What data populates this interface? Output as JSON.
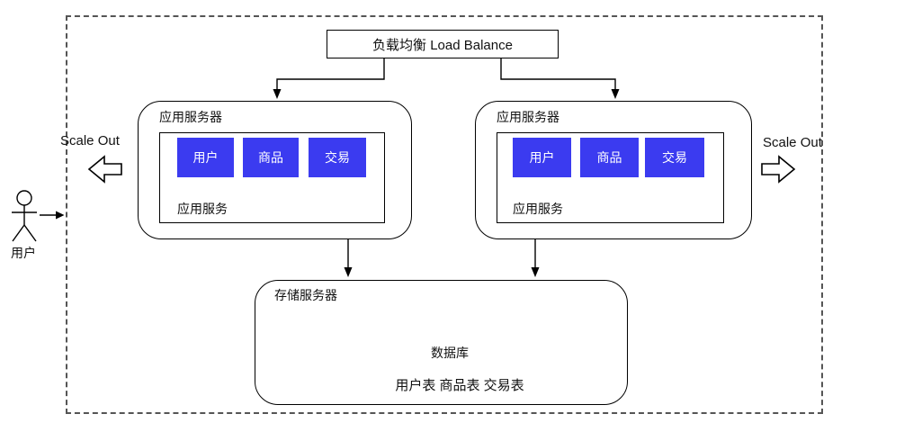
{
  "colors": {
    "service_box": "#3b3bf0",
    "line": "#000000",
    "background": "#ffffff"
  },
  "actor": {
    "label": "用户"
  },
  "load_balancer": {
    "label": "负载均衡 Load Balance"
  },
  "scale_out": {
    "left_label": "Scale Out",
    "right_label": "Scale Out"
  },
  "app_servers": [
    {
      "title": "应用服务器",
      "inner_label": "应用服务",
      "services": [
        "用户",
        "商品",
        "交易"
      ]
    },
    {
      "title": "应用服务器",
      "inner_label": "应用服务",
      "services": [
        "用户",
        "商品",
        "交易"
      ]
    }
  ],
  "storage": {
    "title": "存储服务器",
    "database_label": "数据库",
    "tables_label": "用户表 商品表 交易表"
  }
}
